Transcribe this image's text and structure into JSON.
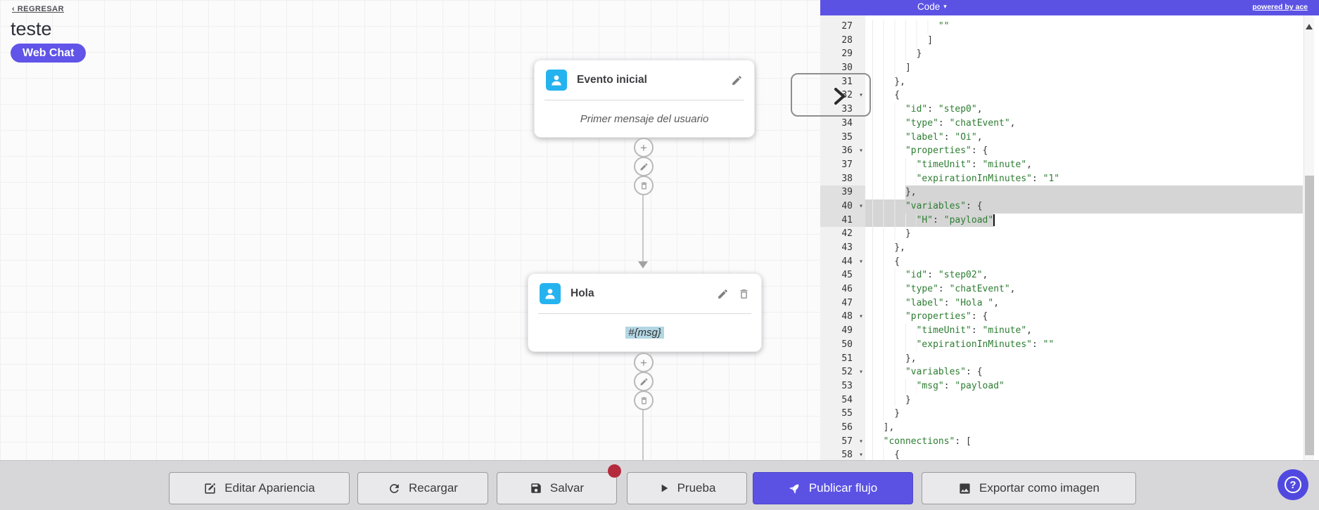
{
  "colors": {
    "accent": "#5b52e4",
    "node_icon": "#25b3ef",
    "string_green": "#2d7d32",
    "selection_gray": "#d5d5d5",
    "unsaved_red": "#b32b3c"
  },
  "canvas": {
    "back_label": "‹ REGRESAR",
    "title": "teste",
    "badge": "Web Chat"
  },
  "nodes": [
    {
      "title": "Evento inicial",
      "body": "Primer mensaje del usuario"
    },
    {
      "title": "Hola",
      "body": "#{msg}"
    }
  ],
  "code_panel": {
    "header_label": "Code",
    "header_caret": "▾",
    "powered_by": "powered by ace",
    "lines": [
      {
        "n": 27,
        "ind": 12,
        "seg": [
          {
            "c": "s",
            "t": "\"\""
          }
        ]
      },
      {
        "n": 28,
        "ind": 10,
        "seg": [
          {
            "c": "p",
            "t": "]"
          }
        ]
      },
      {
        "n": 29,
        "ind": 8,
        "seg": [
          {
            "c": "p",
            "t": "}"
          }
        ]
      },
      {
        "n": 30,
        "ind": 6,
        "seg": [
          {
            "c": "p",
            "t": "]"
          }
        ]
      },
      {
        "n": 31,
        "ind": 4,
        "seg": [
          {
            "c": "p",
            "t": "},"
          }
        ]
      },
      {
        "n": 32,
        "ind": 4,
        "fold": true,
        "seg": [
          {
            "c": "p",
            "t": "{"
          }
        ]
      },
      {
        "n": 33,
        "ind": 6,
        "seg": [
          {
            "c": "s",
            "t": "\"id\""
          },
          {
            "c": "p",
            "t": ": "
          },
          {
            "c": "s",
            "t": "\"step0\""
          },
          {
            "c": "p",
            "t": ","
          }
        ]
      },
      {
        "n": 34,
        "ind": 6,
        "seg": [
          {
            "c": "s",
            "t": "\"type\""
          },
          {
            "c": "p",
            "t": ": "
          },
          {
            "c": "s",
            "t": "\"chatEvent\""
          },
          {
            "c": "p",
            "t": ","
          }
        ]
      },
      {
        "n": 35,
        "ind": 6,
        "seg": [
          {
            "c": "s",
            "t": "\"label\""
          },
          {
            "c": "p",
            "t": ": "
          },
          {
            "c": "s",
            "t": "\"Oi\""
          },
          {
            "c": "p",
            "t": ","
          }
        ]
      },
      {
        "n": 36,
        "ind": 6,
        "fold": true,
        "seg": [
          {
            "c": "s",
            "t": "\"properties\""
          },
          {
            "c": "p",
            "t": ": {"
          }
        ]
      },
      {
        "n": 37,
        "ind": 8,
        "seg": [
          {
            "c": "s",
            "t": "\"timeUnit\""
          },
          {
            "c": "p",
            "t": ": "
          },
          {
            "c": "s",
            "t": "\"minute\""
          },
          {
            "c": "p",
            "t": ","
          }
        ]
      },
      {
        "n": 38,
        "ind": 8,
        "seg": [
          {
            "c": "s",
            "t": "\"expirationInMinutes\""
          },
          {
            "c": "p",
            "t": ": "
          },
          {
            "c": "s",
            "t": "\"1\""
          }
        ]
      },
      {
        "n": 39,
        "ind": 6,
        "sel": "from",
        "seg": [
          {
            "c": "p",
            "t": "},"
          }
        ]
      },
      {
        "n": 40,
        "ind": 6,
        "fold": true,
        "sel": "full",
        "seg": [
          {
            "c": "s",
            "t": "\"variables\""
          },
          {
            "c": "p",
            "t": ": {"
          }
        ]
      },
      {
        "n": 41,
        "ind": 8,
        "sel": "to",
        "cursor": true,
        "seg": [
          {
            "c": "s",
            "t": "\"H\""
          },
          {
            "c": "p",
            "t": ": "
          },
          {
            "c": "s",
            "t": "\"payload\""
          }
        ]
      },
      {
        "n": 42,
        "ind": 6,
        "seg": [
          {
            "c": "p",
            "t": "}"
          }
        ]
      },
      {
        "n": 43,
        "ind": 4,
        "seg": [
          {
            "c": "p",
            "t": "},"
          }
        ]
      },
      {
        "n": 44,
        "ind": 4,
        "fold": true,
        "seg": [
          {
            "c": "p",
            "t": "{"
          }
        ]
      },
      {
        "n": 45,
        "ind": 6,
        "seg": [
          {
            "c": "s",
            "t": "\"id\""
          },
          {
            "c": "p",
            "t": ": "
          },
          {
            "c": "s",
            "t": "\"step02\""
          },
          {
            "c": "p",
            "t": ","
          }
        ]
      },
      {
        "n": 46,
        "ind": 6,
        "seg": [
          {
            "c": "s",
            "t": "\"type\""
          },
          {
            "c": "p",
            "t": ": "
          },
          {
            "c": "s",
            "t": "\"chatEvent\""
          },
          {
            "c": "p",
            "t": ","
          }
        ]
      },
      {
        "n": 47,
        "ind": 6,
        "seg": [
          {
            "c": "s",
            "t": "\"label\""
          },
          {
            "c": "p",
            "t": ": "
          },
          {
            "c": "s",
            "t": "\"Hola \""
          },
          {
            "c": "p",
            "t": ","
          }
        ]
      },
      {
        "n": 48,
        "ind": 6,
        "fold": true,
        "seg": [
          {
            "c": "s",
            "t": "\"properties\""
          },
          {
            "c": "p",
            "t": ": {"
          }
        ]
      },
      {
        "n": 49,
        "ind": 8,
        "seg": [
          {
            "c": "s",
            "t": "\"timeUnit\""
          },
          {
            "c": "p",
            "t": ": "
          },
          {
            "c": "s",
            "t": "\"minute\""
          },
          {
            "c": "p",
            "t": ","
          }
        ]
      },
      {
        "n": 50,
        "ind": 8,
        "seg": [
          {
            "c": "s",
            "t": "\"expirationInMinutes\""
          },
          {
            "c": "p",
            "t": ": "
          },
          {
            "c": "s",
            "t": "\"\""
          }
        ]
      },
      {
        "n": 51,
        "ind": 6,
        "seg": [
          {
            "c": "p",
            "t": "},"
          }
        ]
      },
      {
        "n": 52,
        "ind": 6,
        "fold": true,
        "seg": [
          {
            "c": "s",
            "t": "\"variables\""
          },
          {
            "c": "p",
            "t": ": {"
          }
        ]
      },
      {
        "n": 53,
        "ind": 8,
        "seg": [
          {
            "c": "s",
            "t": "\"msg\""
          },
          {
            "c": "p",
            "t": ": "
          },
          {
            "c": "s",
            "t": "\"payload\""
          }
        ]
      },
      {
        "n": 54,
        "ind": 6,
        "seg": [
          {
            "c": "p",
            "t": "}"
          }
        ]
      },
      {
        "n": 55,
        "ind": 4,
        "seg": [
          {
            "c": "p",
            "t": "}"
          }
        ]
      },
      {
        "n": 56,
        "ind": 2,
        "seg": [
          {
            "c": "p",
            "t": "],"
          }
        ]
      },
      {
        "n": 57,
        "ind": 2,
        "fold": true,
        "seg": [
          {
            "c": "s",
            "t": "\"connections\""
          },
          {
            "c": "p",
            "t": ": ["
          }
        ]
      },
      {
        "n": 58,
        "ind": 4,
        "fold": true,
        "seg": [
          {
            "c": "p",
            "t": "{"
          }
        ]
      }
    ]
  },
  "toolbar": {
    "buttons": [
      {
        "label": "Editar Apariencia"
      },
      {
        "label": "Recargar"
      },
      {
        "label": "Salvar"
      },
      {
        "label": "Prueba"
      },
      {
        "label": "Publicar flujo"
      },
      {
        "label": "Exportar como imagen"
      }
    ]
  },
  "help": {
    "label": "?"
  }
}
